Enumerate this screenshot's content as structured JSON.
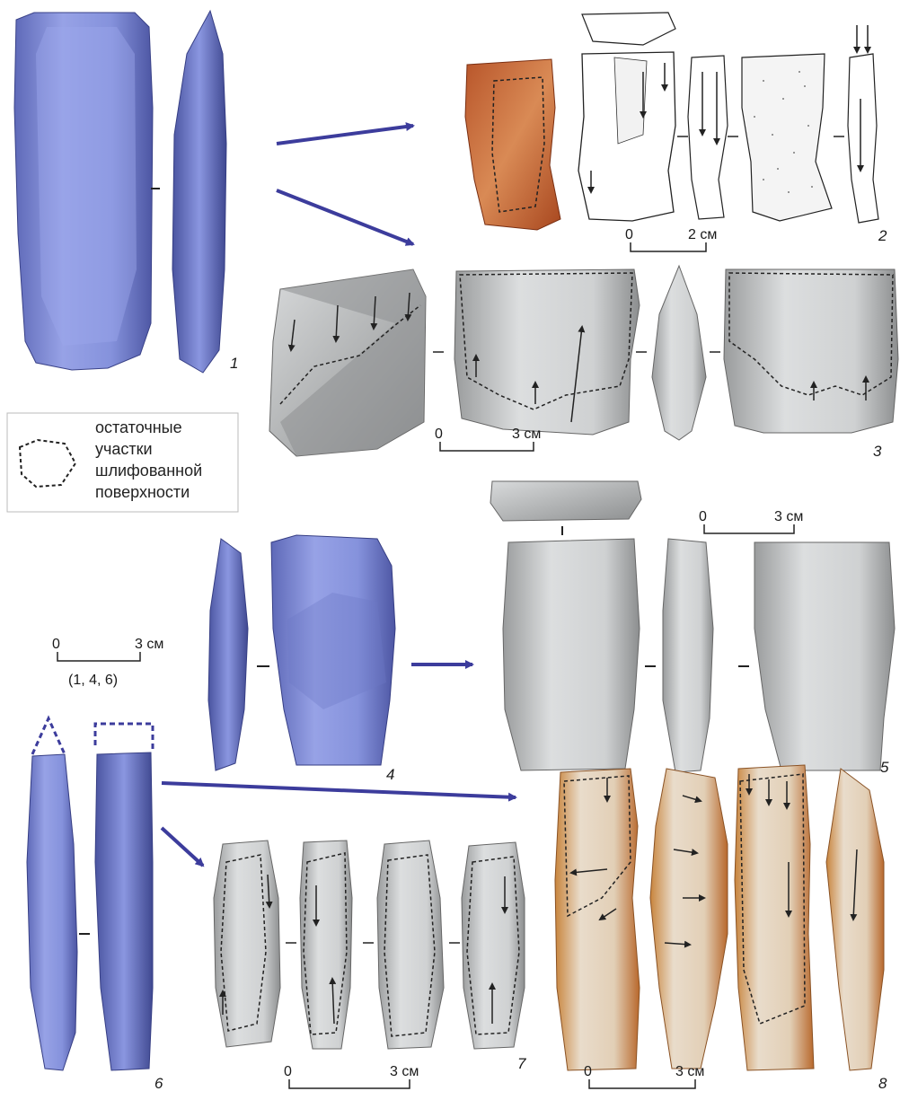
{
  "figure_numbers": {
    "n1": "1",
    "n2": "2",
    "n3": "3",
    "n4": "4",
    "n5": "5",
    "n6": "6",
    "n7": "7",
    "n8": "8"
  },
  "legend": {
    "line1": "остаточные",
    "line2": "участки",
    "line3": "шлифованной",
    "line4": "поверхности"
  },
  "scales": {
    "s2": {
      "zero": "0",
      "end": "2 см"
    },
    "s3": {
      "zero": "0",
      "end": "3 см"
    },
    "s5": {
      "zero": "0",
      "end": "3 см"
    },
    "s146": {
      "zero": "0",
      "end": "3 см",
      "note": "(1, 4, 6)"
    },
    "s7": {
      "zero": "0",
      "end": "3 см"
    },
    "s8": {
      "zero": "0",
      "end": "3 см"
    }
  },
  "colors": {
    "model_3d": "#7f8bd6",
    "arrow": "#3c3c9c",
    "photo_ochre": "#c9743f",
    "gray_model": "#c9cbcc"
  }
}
